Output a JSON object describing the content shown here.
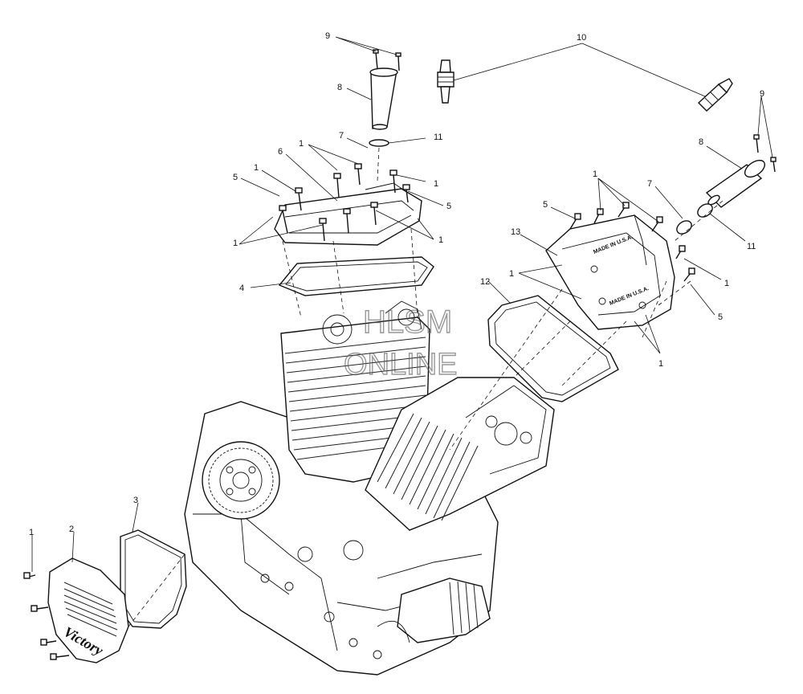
{
  "diagram": {
    "callouts": [
      "1",
      "2",
      "3",
      "4",
      "5",
      "6",
      "7",
      "8",
      "9",
      "10",
      "11",
      "12",
      "13"
    ],
    "emboss_front": "MADE IN U.S.A.",
    "emboss_rear": "MADE IN U.S.A.",
    "cover_logo": "Victory",
    "watermark_line1": "HLSM",
    "watermark_line2": "ONLINE"
  },
  "colors": {
    "ink": "#111111",
    "paper": "#ffffff"
  }
}
